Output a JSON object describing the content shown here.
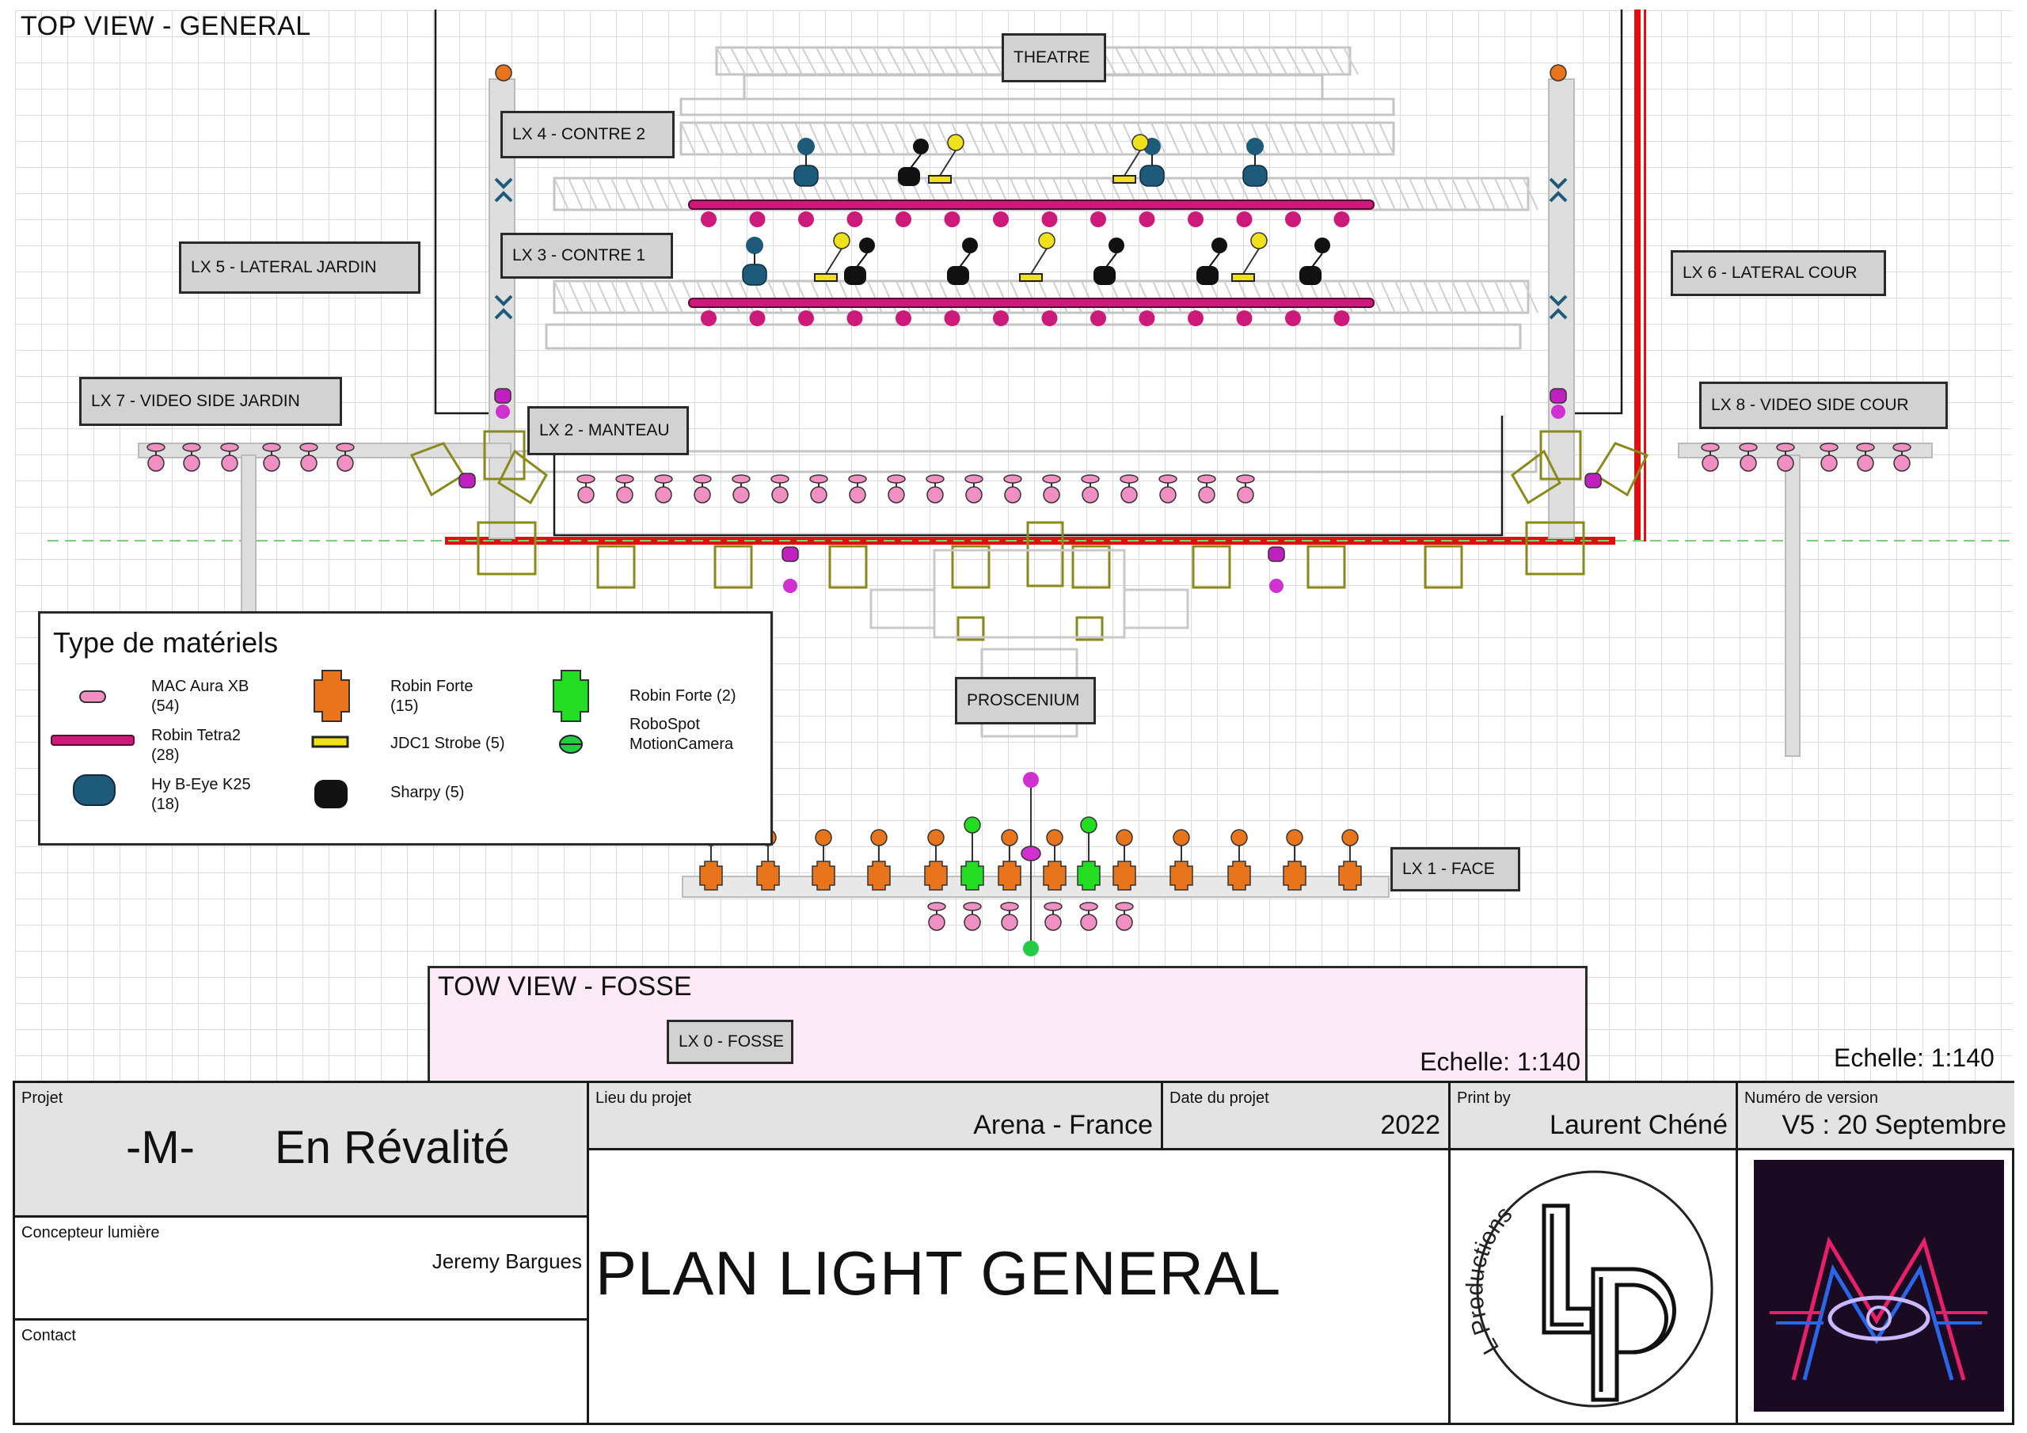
{
  "colors": {
    "mac_aura": "#f08fc2",
    "tetra2": "#cc1a7a",
    "beye": "#1e5a7a",
    "forte": "#e8741c",
    "strobe": "#f0e21a",
    "sharpy": "#111111",
    "forte2": "#22dd22",
    "robospot": "#22cc44",
    "truss": "#b9b9b9",
    "olive": "#8a8a1a",
    "red": "#e01010"
  },
  "top_view": {
    "title": "TOP VIEW - GENERAL",
    "scale": "Echelle: 1:140"
  },
  "labels": {
    "theatre": "THEATRE",
    "proscenium": "PROSCENIUM",
    "lx1": "LX 1 - FACE",
    "lx2": "LX 2 - MANTEAU",
    "lx3": "LX 3 - CONTRE 1",
    "lx4": "LX 4 - CONTRE 2",
    "lx5": "LX 5 - LATERAL JARDIN",
    "lx6": "LX 6 - LATERAL COUR",
    "lx7": "LX 7 - VIDEO SIDE JARDIN",
    "lx8": "LX 8 - VIDEO SIDE COUR",
    "lx0": "LX 0 - FOSSE"
  },
  "legend": {
    "title": "Type de matériels",
    "items": [
      {
        "label": "MAC Aura XB",
        "count": "(54)",
        "icon": "mac-aura-icon"
      },
      {
        "label": "Robin Tetra2",
        "count": "(28)",
        "icon": "tetra2-icon"
      },
      {
        "label": "Hy B-Eye K25",
        "count": "(18)",
        "icon": "beye-icon"
      },
      {
        "label": "Robin Forte",
        "count": "(15)",
        "icon": "forte-icon"
      },
      {
        "label": "JDC1 Strobe (5)",
        "count": "",
        "icon": "strobe-icon"
      },
      {
        "label": "Sharpy (5)",
        "count": "",
        "icon": "sharpy-icon"
      },
      {
        "label": "Robin Forte (2)",
        "count": "",
        "icon": "forte2-icon"
      },
      {
        "label": "RoboSpot",
        "count": "MotionCamera",
        "icon": "robospot-icon"
      }
    ]
  },
  "tow_view": {
    "title": "TOW VIEW - FOSSE",
    "scale": "Echelle: 1:140"
  },
  "title_block": {
    "projet_caption": "Projet",
    "artist": "-M-",
    "show": "En Révalité",
    "lieu_caption": "Lieu du projet",
    "lieu": "Arena - France",
    "date_caption": "Date du projet",
    "date": "2022",
    "print_caption": "Print by",
    "print_by": "Laurent Chéné",
    "version_caption": "Numéro de version",
    "version": "V5 : 20 Septembre",
    "concepteur_caption": "Concepteur lumière",
    "concepteur": "Jeremy Bargues",
    "contact_caption": "Contact",
    "contact": "",
    "plan_title": "PLAN LIGHT GENERAL",
    "logo_text": "L Productions",
    "logo_letters": "LP"
  }
}
